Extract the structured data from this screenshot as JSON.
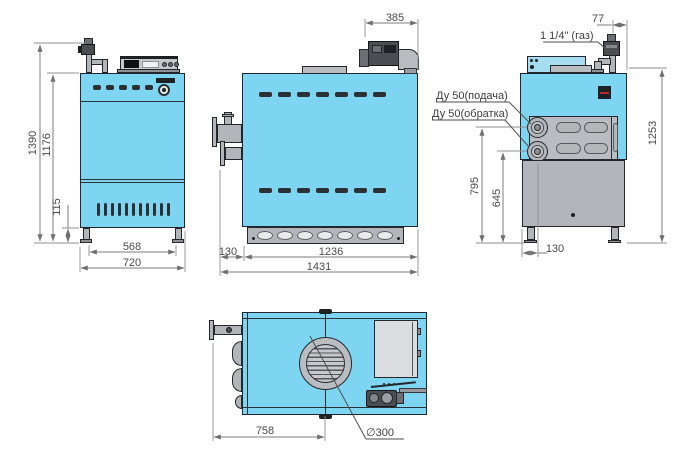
{
  "front_view": {
    "dim_total_height": "1390",
    "dim_body_height": "1176",
    "dim_base_height": "115",
    "dim_leg_span": "568",
    "dim_width": "720"
  },
  "side_view": {
    "dim_burner_offset": "385",
    "dim_left_offset": "130",
    "dim_base_length": "1236",
    "dim_total_length": "1431"
  },
  "back_view": {
    "dim_gas_offset": "77",
    "label_gas_connection": "1 1/4\" (газ)",
    "label_supply": "Ду 50(подача)",
    "label_return": "Ду 50(обратка)",
    "dim_total_height": "1253",
    "dim_supply_height": "795",
    "dim_return_height": "645",
    "dim_flange_offset": "130"
  },
  "top_view": {
    "dim_flue_offset": "758",
    "label_flue_diameter": "∅300"
  },
  "colors": {
    "body_blue": "#7ed5f2",
    "panel_gray": "#b9bdc1",
    "outline": "#20262b",
    "dimension_gray": "#7c7c7c"
  }
}
